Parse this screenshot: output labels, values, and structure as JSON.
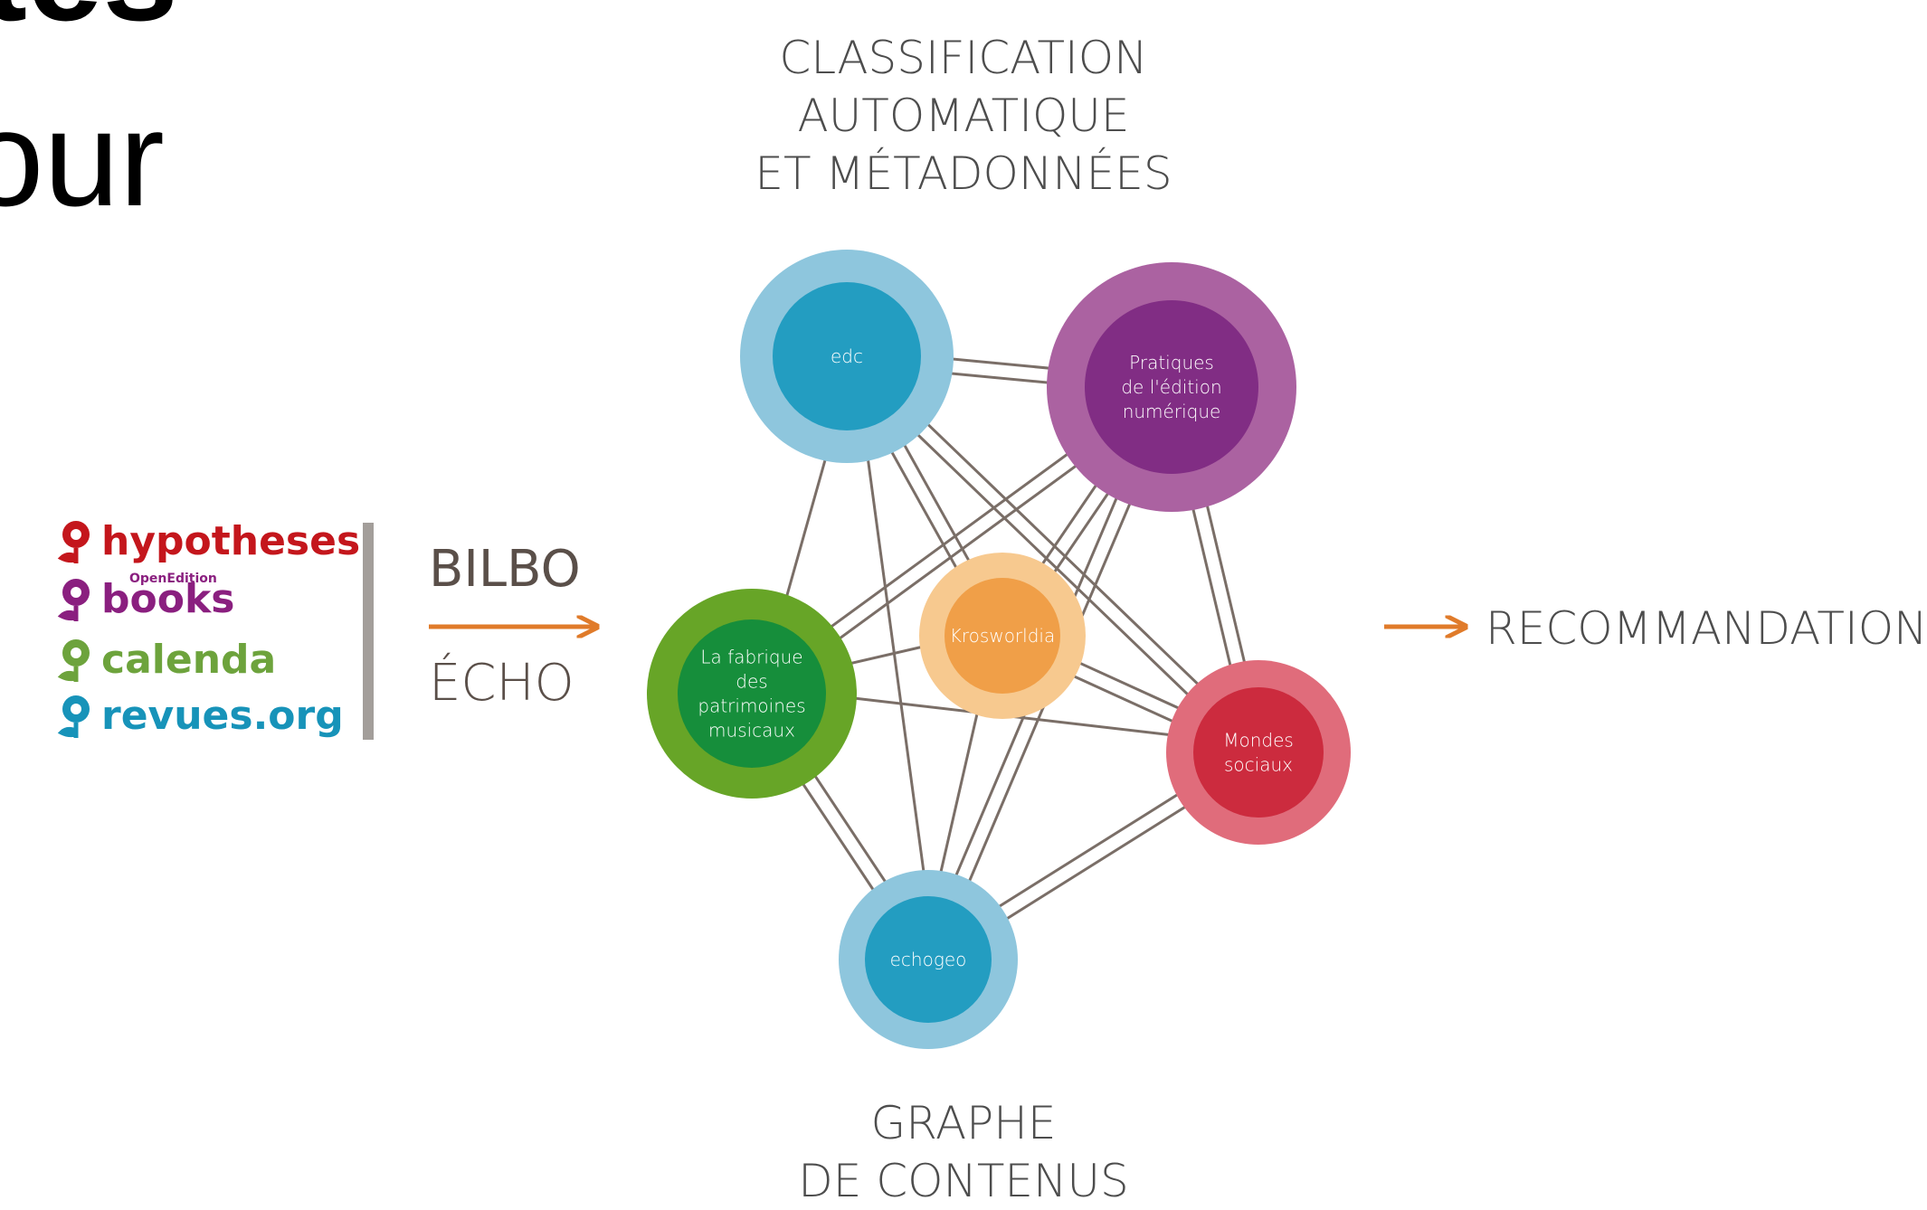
{
  "slide": {
    "title_fragment_1": "tés",
    "title_fragment_2": "our"
  },
  "headings": {
    "top": [
      "CLASSIFICATION",
      "AUTOMATIQUE",
      "ET MÉTADONNÉES"
    ],
    "bottom": [
      "GRAPHE",
      "DE CONTENUS"
    ]
  },
  "sources": [
    {
      "name": "hypotheses",
      "kicker": "",
      "color": "#c4161c"
    },
    {
      "name": "books",
      "kicker": "OpenEdition",
      "color": "#8a1f7f"
    },
    {
      "name": "calenda",
      "kicker": "",
      "color": "#6da33c"
    },
    {
      "name": "revues.org",
      "kicker": "",
      "color": "#1793b9"
    }
  ],
  "tools": {
    "bilbo": "BILBO",
    "echo": "ÉCHO"
  },
  "output": {
    "recommendation": "RECOMMANDATION",
    "arrow_color": "#e07b2a"
  },
  "graph": {
    "nodes": [
      {
        "id": "edc",
        "lines": [
          "edc"
        ],
        "outer_color": "#8ec6dd",
        "inner_color": "#239dc1"
      },
      {
        "id": "pratiques",
        "lines": [
          "Pratiques",
          "de l'édition",
          "numérique"
        ],
        "outer_color": "#ab62a1",
        "inner_color": "#812d84"
      },
      {
        "id": "fabrique",
        "lines": [
          "La fabrique",
          "des",
          "patrimoines",
          "musicaux"
        ],
        "outer_color": "#67a527",
        "inner_color": "#168e3b"
      },
      {
        "id": "krosworldia",
        "lines": [
          "Krosworldia"
        ],
        "outer_color": "#f7c98f",
        "inner_color": "#f09f48"
      },
      {
        "id": "mondes",
        "lines": [
          "Mondes",
          "sociaux"
        ],
        "outer_color": "#e06c7b",
        "inner_color": "#cc2b3e"
      },
      {
        "id": "echogeo",
        "lines": [
          "echogeo"
        ],
        "outer_color": "#8ec6dd",
        "inner_color": "#239dc1"
      }
    ],
    "edges": [
      {
        "from": "pratiques",
        "to": "edc"
      },
      {
        "from": "edc",
        "to": "pratiques"
      },
      {
        "from": "fabrique",
        "to": "edc"
      },
      {
        "from": "echogeo",
        "to": "edc"
      },
      {
        "from": "krosworldia",
        "to": "edc"
      },
      {
        "from": "edc",
        "to": "krosworldia"
      },
      {
        "from": "mondes",
        "to": "edc"
      },
      {
        "from": "edc",
        "to": "mondes"
      },
      {
        "from": "pratiques",
        "to": "fabrique"
      },
      {
        "from": "fabrique",
        "to": "pratiques"
      },
      {
        "from": "pratiques",
        "to": "krosworldia"
      },
      {
        "from": "krosworldia",
        "to": "pratiques"
      },
      {
        "from": "echogeo",
        "to": "pratiques"
      },
      {
        "from": "pratiques",
        "to": "echogeo"
      },
      {
        "from": "mondes",
        "to": "pratiques"
      },
      {
        "from": "pratiques",
        "to": "mondes"
      },
      {
        "from": "krosworldia",
        "to": "fabrique"
      },
      {
        "from": "mondes",
        "to": "fabrique"
      },
      {
        "from": "fabrique",
        "to": "echogeo"
      },
      {
        "from": "echogeo",
        "to": "fabrique"
      },
      {
        "from": "mondes",
        "to": "krosworldia"
      },
      {
        "from": "krosworldia",
        "to": "mondes"
      },
      {
        "from": "krosworldia",
        "to": "echogeo"
      },
      {
        "from": "mondes",
        "to": "echogeo"
      },
      {
        "from": "echogeo",
        "to": "mondes"
      }
    ],
    "edge_color": "#7a6e67"
  }
}
